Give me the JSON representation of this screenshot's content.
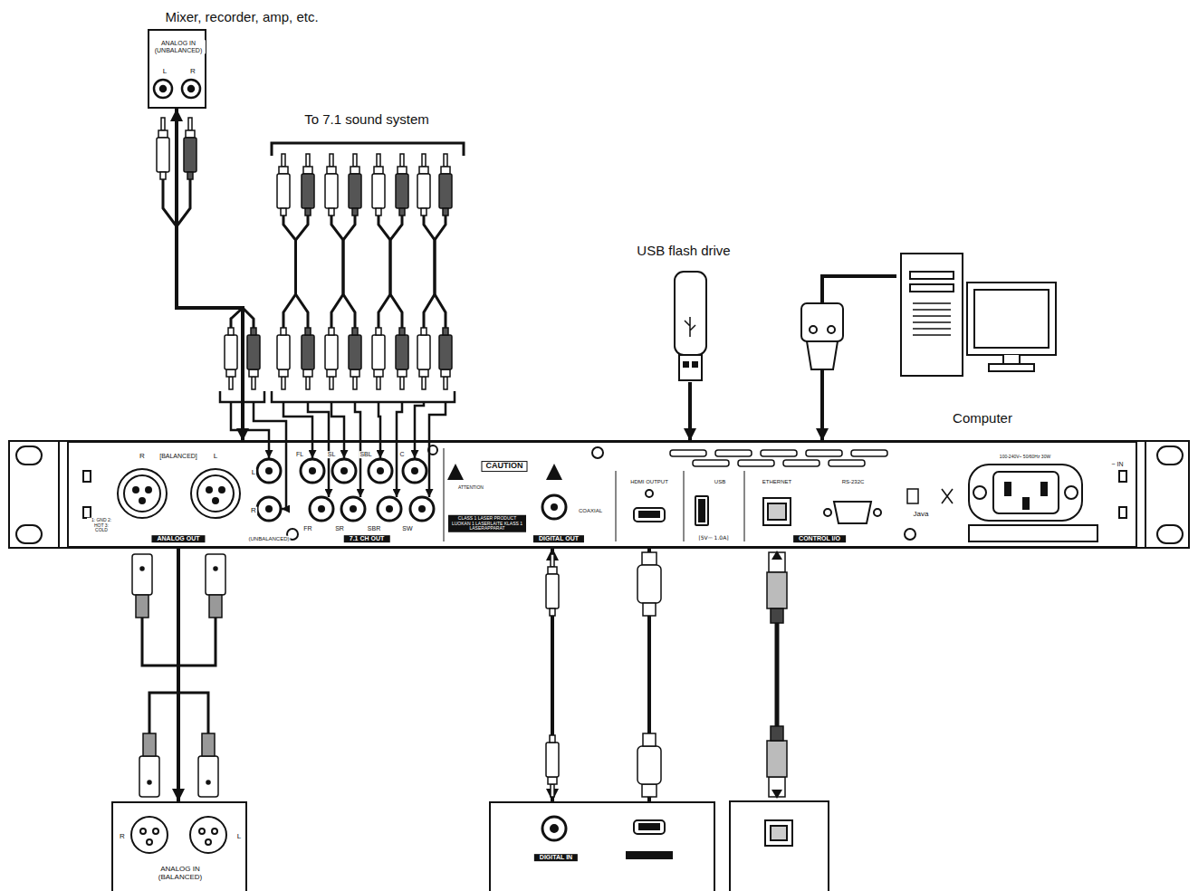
{
  "diagram": {
    "nodes": [
      {
        "text": [
          "Mixer, recorder, amp, etc.",
          "ANALOG IN (UNBALANCED)",
          "L",
          "R"
        ]
      },
      {
        "text": [
          "USB flash drive"
        ]
      },
      {
        "text": [
          "Computer"
        ]
      },
      {
        "text": [
          "R",
          "[BALANCED]",
          "L",
          "1: GND 2: HOT 3: COLD",
          "ANALOG OUT",
          "L",
          "R",
          "(UNBALANCED)",
          "FL",
          "SL",
          "SBL",
          "C",
          "FR",
          "SR",
          "SBR",
          "SW",
          "7.1 CH OUT",
          "CAUTION",
          "ATTENTION",
          "CLASS 1 LASER PRODUCT LUOKAN 1 LASERLAITE KLASS 1 LASERAPPARAT",
          "COAXIAL",
          "DIGITAL OUT",
          "HDMI OUTPUT",
          "USB",
          "[5V⎓ 1.0A]",
          "ETHERNET",
          "RS-232C",
          "CONTROL I/O",
          "Java",
          "100-240V~ 50/60Hz 30W",
          "~ IN"
        ]
      },
      {
        "text": [
          "ANALOG IN (BALANCED)",
          "R",
          "L"
        ]
      },
      {
        "text": [
          "DIGITAL IN"
        ]
      }
    ],
    "edges": [
      {
        "from": 3,
        "to": 0,
        "arrow": "both"
      },
      {
        "from": 3,
        "to": 4,
        "arrow": "to"
      },
      {
        "from": 3,
        "to": 5,
        "arrow": "both"
      },
      {
        "from": 3,
        "to": 5,
        "arrow": "both"
      },
      {
        "from": 1,
        "to": 3,
        "arrow": "to"
      },
      {
        "from": 2,
        "to": 3,
        "arrow": "to"
      }
    ],
    "labels": [
      "To 7.1 sound system"
    ]
  }
}
